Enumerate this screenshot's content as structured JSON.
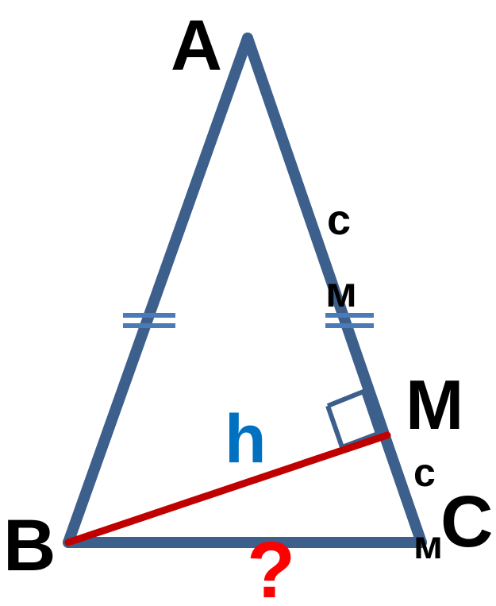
{
  "vertices": {
    "A": "A",
    "B": "B",
    "C": "C",
    "M": "M"
  },
  "side_labels": {
    "AM_top": "c",
    "AM_bottom": "м",
    "MC_top": "c",
    "MC_bottom": "м"
  },
  "height_label": "h",
  "unknown_label": "?",
  "colors": {
    "triangle": "#3d5f8c",
    "tick_marks": "#4a7ab8",
    "height": "#c00000",
    "height_label": "#0070c0",
    "unknown": "#ff0000",
    "vertex_label": "#000000",
    "background": "#ffffff"
  }
}
